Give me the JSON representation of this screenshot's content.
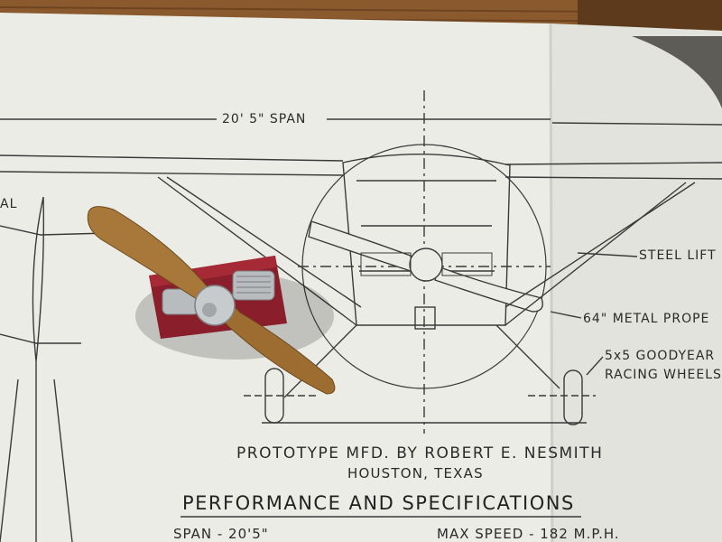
{
  "blueprint": {
    "span_callout": "20' 5\" SPAN",
    "edge_text": "AL",
    "callouts": {
      "steel_lift": "STEEL LIFT",
      "metal_propeller": "64\" METAL PROPE",
      "wheels_line1": "5x5 GOODYEAR",
      "wheels_line2": "RACING WHEELS"
    },
    "prototype_line": "PROTOTYPE MFD. BY ROBERT E. NESMITH",
    "location_line": "HOUSTON, TEXAS",
    "section_title": "PERFORMANCE AND SPECIFICATIONS",
    "spec_span": "SPAN - 20'5\"",
    "spec_max_speed": "MAX SPEED - 182 M.P.H."
  },
  "colors": {
    "paper": "#ecece7",
    "ink": "#2a2a2a",
    "table_wood": "#8a5a2e",
    "propeller_wood": "#a8783a",
    "engine_red": "#8a1e2a",
    "engine_metal": "#b9bcbf"
  }
}
